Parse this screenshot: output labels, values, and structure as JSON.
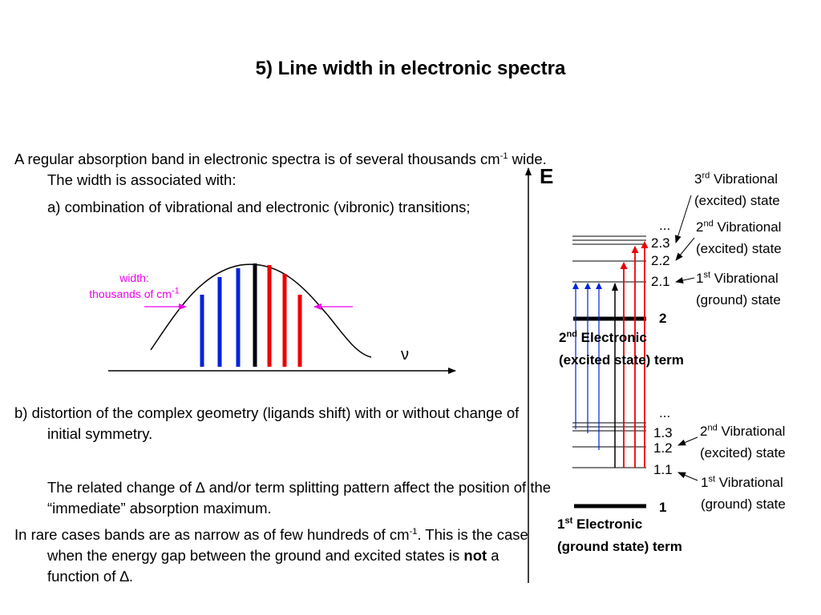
{
  "title": "5) Line width in electronic spectra",
  "text": {
    "p1": "A regular absorption band in electronic spectra is of several thousands cm",
    "p1_sup": "-1",
    "p1_end": " wide. The width is associated with:",
    "p2": "a) combination of vibrational and electronic (vibronic) transitions;",
    "p3": "b) distortion of the complex geometry (ligands shift) with or without change of initial symmetry.",
    "p4_a": "The related change of ",
    "delta": "∆",
    "p4_b": " and/or term splitting pattern affect the position of the “immediate” absorption maximum.",
    "p5_a": "In rare cases bands are as narrow as of few hundreds of cm",
    "p5_sup": "-1",
    "p5_b": ". This is the case when the energy gap between the ground and excited states is ",
    "p5_bold": "not",
    "p5_c": " a function of ",
    "p5_end": "."
  },
  "band": {
    "width_label_1": "width:",
    "width_label_2": "thousands of cm",
    "width_sup": "-1",
    "nu": "ν"
  },
  "energy": {
    "axis": "E",
    "dots_upper": "...",
    "dots_lower": "...",
    "levels_upper": [
      "2.3",
      "2.2",
      "2.1"
    ],
    "levels_lower": [
      "1.3",
      "1.2",
      "1.1"
    ],
    "term2": "2",
    "term1": "1",
    "term2_label_num": "2",
    "term2_label_sup": "nd",
    "term2_label_a": " Electronic",
    "term2_label_b": "(excited state) term",
    "term1_label_num": "1",
    "term1_label_sup": "st",
    "term1_label_a": " Electronic",
    "term1_label_b": "(ground state) term",
    "ann_3rd_num": "3",
    "ann_3rd_sup": "rd",
    "ann_2nd_num": "2",
    "ann_2nd_sup": "nd",
    "ann_1st_num": "1",
    "ann_1st_sup": "st",
    "vib_word": " Vibrational",
    "excited_state": "(excited) state",
    "ground_state": "(ground) state"
  },
  "colors": {
    "blue": "#0022dd",
    "red": "#ee0000",
    "magenta": "#ee00ee",
    "black": "#000000"
  }
}
